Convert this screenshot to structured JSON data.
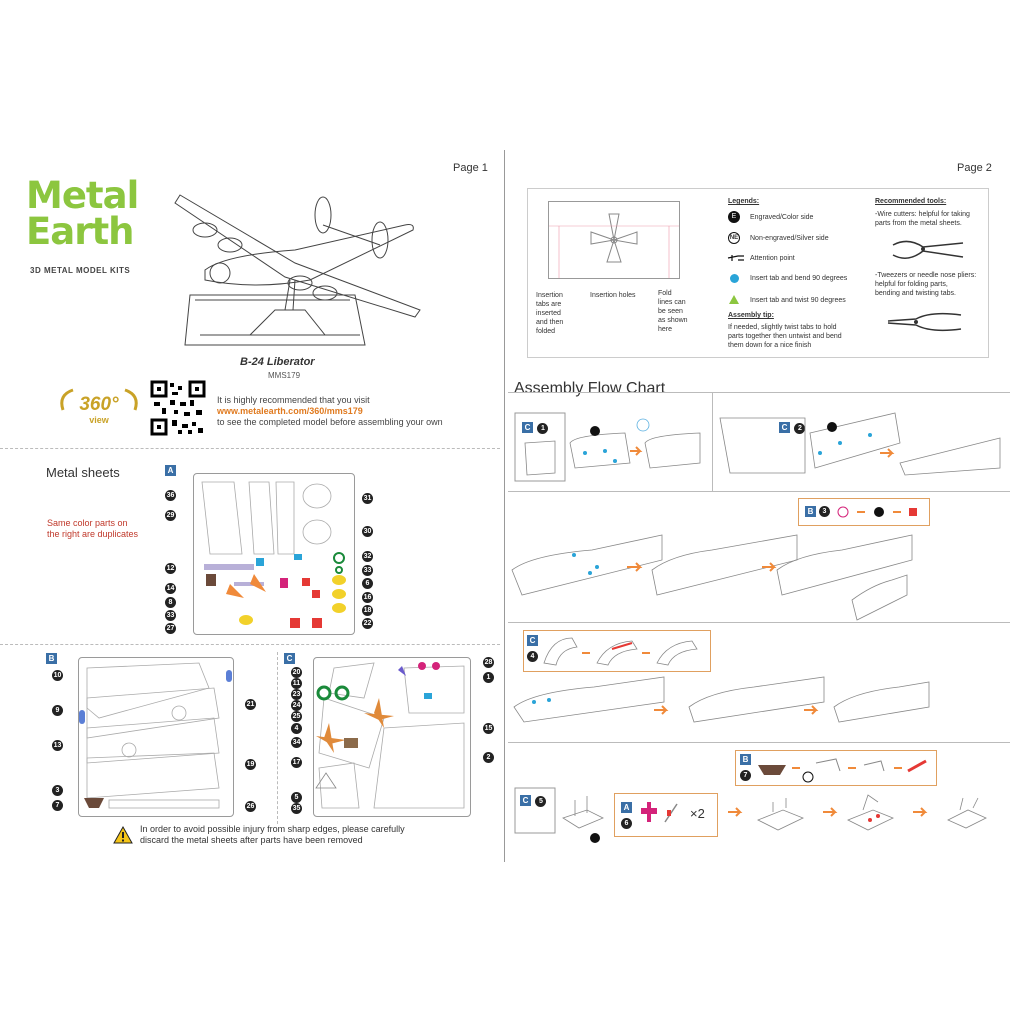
{
  "page1": {
    "label": "Page 1",
    "brand": {
      "line1": "Metal",
      "line2": "Earth",
      "tagline": "3D METAL MODEL KITS"
    },
    "model_name": "B-24 Liberator",
    "model_code": "MMS179",
    "view_badge": {
      "number": "360°",
      "word": "view"
    },
    "recommend": {
      "line1": "It is highly recommended that you visit",
      "link": "www.metalearth.com/360/mms179",
      "line3": "to see the completed model before assembling your own"
    },
    "metal_sheets_heading": "Metal sheets",
    "dup_note": {
      "line1": "Same color parts on",
      "line2": "the right are duplicates"
    },
    "sheets": [
      {
        "tag": "A",
        "left_parts": [
          "36",
          "29",
          "12",
          "14",
          "8",
          "33",
          "27"
        ],
        "right_parts": [
          "31",
          "30",
          "32",
          "33",
          "6",
          "16",
          "18",
          "22"
        ]
      },
      {
        "tag": "B",
        "left_parts": [
          "10",
          "9",
          "13",
          "3",
          "7"
        ],
        "right_parts": [
          "21",
          "19",
          "26"
        ]
      },
      {
        "tag": "C",
        "left_parts": [
          "20",
          "11",
          "23",
          "24",
          "25",
          "4",
          "34",
          "17",
          "5",
          "35"
        ],
        "right_parts": [
          "28",
          "1",
          "15",
          "2"
        ]
      }
    ],
    "warning": {
      "line1": "In order to avoid possible injury from sharp edges, please carefully",
      "line2": "discard the metal sheets after parts have been removed"
    },
    "colors": {
      "brand_green": "#8cc63f",
      "gold": "#c9a227",
      "link_orange": "#e07a1f",
      "note_red": "#c0392b",
      "sheet_blue": "#3a6fa6"
    }
  },
  "page2": {
    "label": "Page 2",
    "diagram_labels": {
      "insertion_tabs": [
        "Insertion",
        "tabs are",
        "inserted",
        "and then",
        "folded"
      ],
      "insertion_holes": "Insertion holes",
      "fold_lines": [
        "Fold",
        "lines can",
        "be seen",
        "as shown",
        "here"
      ]
    },
    "legends": {
      "heading": "Legends:",
      "items": [
        {
          "symbol": "E",
          "text": "Engraved/Color side"
        },
        {
          "symbol": "NE",
          "text": "Non-engraved/Silver side"
        },
        {
          "symbol": "hand-icon",
          "text": "Attention point"
        },
        {
          "symbol": "blue-dot",
          "text": "Insert tab and bend 90 degrees"
        },
        {
          "symbol": "green-triangle",
          "text": "Insert tab and twist 90 degrees"
        }
      ]
    },
    "assembly_tip": {
      "heading": "Assembly tip:",
      "lines": [
        "If needed, slightly twist tabs to hold",
        "parts together then untwist and bend",
        "them down for a nice finish"
      ]
    },
    "tools": {
      "heading": "Recommended tools:",
      "wire_cutters": [
        "-Wire cutters: helpful for taking",
        "parts from the metal sheets."
      ],
      "tweezers": [
        "-Tweezers or needle nose pliers:",
        "helpful for folding parts,",
        "bending and twisting tabs."
      ]
    },
    "flow_heading": "Assembly Flow Chart",
    "steps": [
      {
        "sheet": "C",
        "step": "1"
      },
      {
        "sheet": "C",
        "step": "2"
      },
      {
        "sheet": "B",
        "step": "3"
      },
      {
        "sheet": "C",
        "step": "4"
      },
      {
        "sheet": "C",
        "step": "5"
      },
      {
        "sheet": "A",
        "step": "6",
        "multiplier": "×2"
      },
      {
        "sheet": "B",
        "step": "7"
      }
    ]
  }
}
